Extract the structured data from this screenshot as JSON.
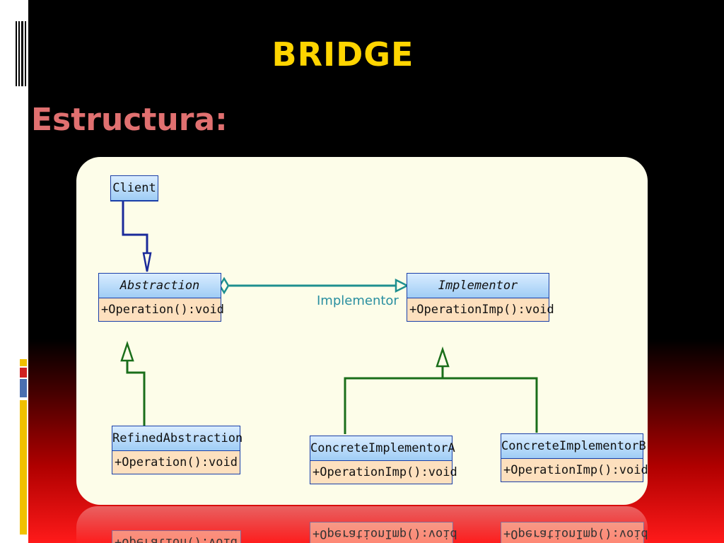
{
  "slide": {
    "title": "BRIDGE",
    "subtitle": "Estructura:"
  },
  "diagram": {
    "classes": {
      "client": {
        "name": "Client"
      },
      "abstraction": {
        "name": "Abstraction",
        "operation": "+Operation():void"
      },
      "implementor": {
        "name": "Implementor",
        "operation": "+OperationImp():void"
      },
      "refined": {
        "name": "RefinedAbstraction",
        "operation": "+Operation():void"
      },
      "concreteA": {
        "name": "ConcreteImplementorA",
        "operation": "+OperationImp():void"
      },
      "concreteB": {
        "name": "ConcreteImplementorB",
        "operation": "+OperationImp():void"
      }
    },
    "association_label": "Implementor"
  },
  "colors": {
    "title": "#ffd500",
    "subtitle": "#e07070",
    "panel": "#fdfde9",
    "class_border": "#1a3fa8",
    "teal_line": "#1e8f8f",
    "green_line": "#1a6e1a",
    "navy_line": "#1a2a9a"
  }
}
